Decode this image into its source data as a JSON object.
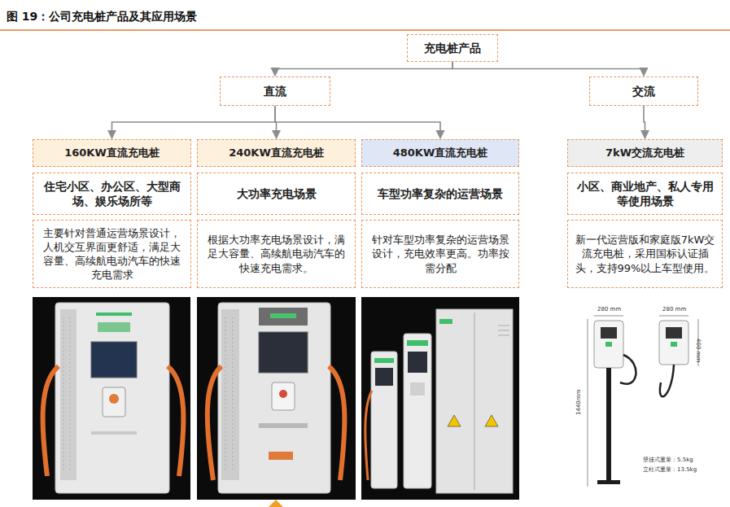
{
  "diagram": {
    "title": "图 19：公司充电桩产品及其应用场景",
    "nodes": [
      {
        "text": [
          "充电桩产品"
        ]
      },
      {
        "text": [
          "直流"
        ]
      },
      {
        "text": [
          "交流"
        ]
      },
      {
        "text": [
          "160KW直流充电桩"
        ]
      },
      {
        "text": [
          "住宅小区、办公区、大型商场、娱乐场所等"
        ]
      },
      {
        "text": [
          "主要针对普通运营场景设计，人机交互界面更舒适，满足大容量、高续航电动汽车的快速充电需求"
        ]
      },
      {
        "text": [
          "240KW直流充电桩"
        ]
      },
      {
        "text": [
          "大功率充电场景"
        ]
      },
      {
        "text": [
          "根据大功率充电场景设计，满足大容量、高续航电动汽车的快速充电需求。"
        ]
      },
      {
        "text": [
          "480KW直流充电桩"
        ]
      },
      {
        "text": [
          "车型功率复杂的运营场景"
        ]
      },
      {
        "text": [
          "针对车型功率复杂的运营场景设计，充电效率更高。功率按需分配"
        ]
      },
      {
        "text": [
          "7kW交流充电桩"
        ]
      },
      {
        "text": [
          "小区、商业地产、私人专用等使用场景"
        ]
      },
      {
        "text": [
          "新一代运营版和家庭版7kW交流充电桩，采用国标认证插头，支持99%以上车型使用。"
        ]
      }
    ],
    "edges": [
      {
        "from": 0,
        "to": 1,
        "arrow": "to"
      },
      {
        "from": 0,
        "to": 2,
        "arrow": "to"
      },
      {
        "from": 1,
        "to": 3,
        "arrow": "to"
      },
      {
        "from": 1,
        "to": 6,
        "arrow": "to"
      },
      {
        "from": 1,
        "to": 9,
        "arrow": "to"
      },
      {
        "from": 2,
        "to": 12,
        "arrow": "to"
      }
    ],
    "labels": [
      "280 mm",
      "280 mm",
      "400 mm",
      "1440mm",
      "壁挂式重量：5.5kg",
      "立柱式重量：13.5kg"
    ]
  }
}
